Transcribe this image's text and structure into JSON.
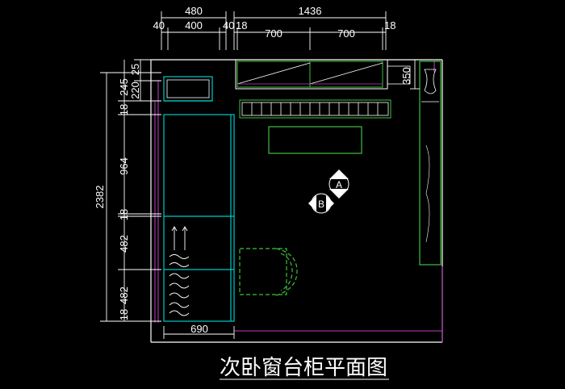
{
  "title": "次卧窗台柜平面图",
  "colors": {
    "background": "#000000",
    "wall": "#ffffff",
    "cabinet": "#00c8c8",
    "green": "#3fbf3f",
    "magenta": "#c040c0",
    "dimension": "#ffffff"
  },
  "top_dimensions": {
    "left_total": "480",
    "left_sub": [
      "40",
      "400",
      "40"
    ],
    "right_total": "1436",
    "right_sub": [
      "18",
      "700",
      "700",
      "18"
    ]
  },
  "left_dimensions": {
    "total": "2382",
    "segments": [
      "25",
      "220",
      "245",
      "18",
      "964",
      "18",
      "482",
      "482",
      "18"
    ]
  },
  "right_dimension": "350",
  "bottom_dimension": "690",
  "markers": [
    "A",
    "B"
  ]
}
